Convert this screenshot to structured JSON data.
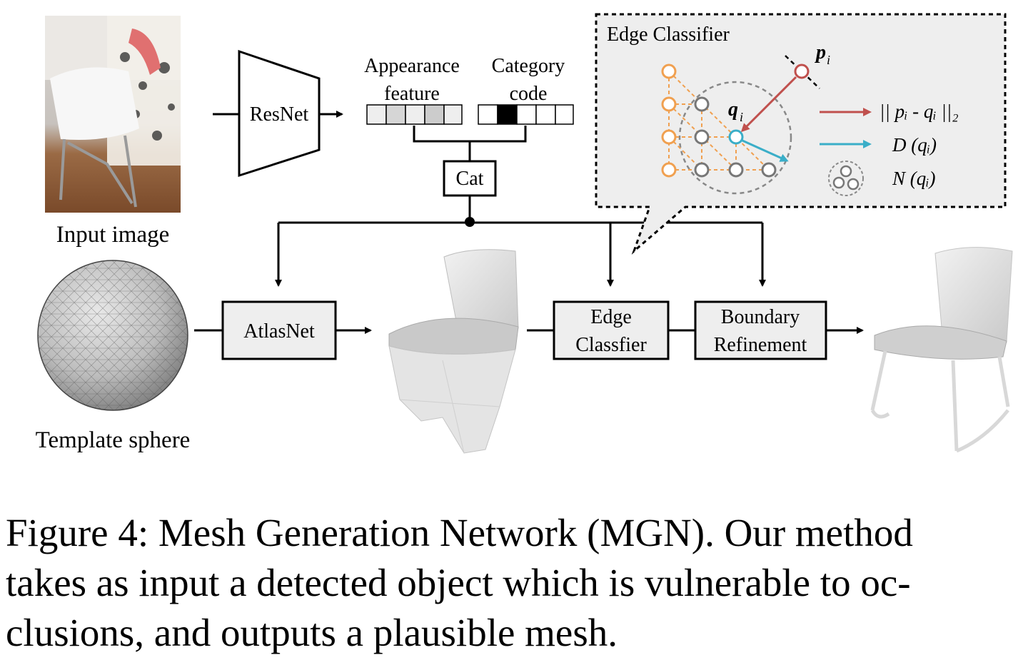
{
  "input_image_label": "Input image",
  "template_sphere_label": "Template sphere",
  "resnet_label": "ResNet",
  "appearance_feature_label": [
    "Appearance",
    "feature"
  ],
  "category_code_label": [
    "Category",
    "code"
  ],
  "cat_label": "Cat",
  "atlasnet_label": "AtlasNet",
  "edge_classifier_box": [
    "Edge",
    "Classfier"
  ],
  "boundary_refinement_box": [
    "Boundary",
    "Refinement"
  ],
  "inset": {
    "title": "Edge Classifier",
    "point_p": "p",
    "point_q": "q",
    "subscript": "i",
    "legend_distance": "|| pᵢ - qᵢ ||₂",
    "legend_d": "D (qᵢ)",
    "legend_n": "N (qᵢ)"
  },
  "colors": {
    "orange": "#f0a050",
    "gray": "#777777",
    "red": "#c0504d",
    "cyan": "#3aaec8",
    "inset_bg": "#eeeeee"
  },
  "caption": {
    "lines": [
      "Figure 4:  Mesh Generation Network (MGN). Our method",
      "takes as input a detected object which is vulnerable to oc-",
      "clusions, and outputs a plausible mesh."
    ]
  }
}
